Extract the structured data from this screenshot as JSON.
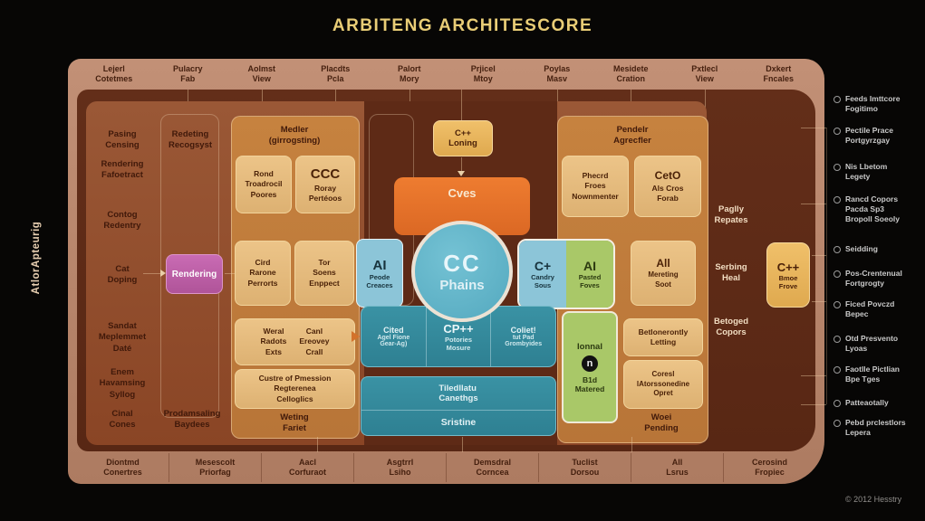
{
  "title": "ARBITENG ARCHITESCORE",
  "copyright": "© 2012 Hesstry",
  "left_vertical_label": "AtlorApteurig",
  "colors": {
    "accent_gold": "#e9cd76",
    "frame_tan": "#bc8970",
    "panel_dark": "#5f2b17",
    "panel_mid_brown": "#94502f",
    "panel_orange": "#c07c3b",
    "box_tan": "#e4ba7c",
    "box_blue": "#8cc5d8",
    "box_green": "#a9c868",
    "box_teal": "#35899b",
    "box_orange": "#e4712a",
    "box_yellow": "#e8b55c",
    "box_pink": "#bb5ea6"
  },
  "top_labels": [
    "Lejerl\nCotetmes",
    "Pulacry\nFab",
    "Aolmst\nView",
    "Placdts\nPcla",
    "Palort\nMory",
    "Prjicel\nMtoy",
    "Poylas\nMasv",
    "Mesidete\nCration",
    "Pxtlecl\nView",
    "Dxkert\nFncales"
  ],
  "bottom_labels": [
    "Diontmd\nConertres",
    "Mesescolt\nPriorfag",
    "Aacl\nCorfuraot",
    "Asgtrrl\nLsiho",
    "Demsdral\nCorncea",
    "Tuclist\nDorsou",
    "All\nLsrus",
    "Cerosind\nFropiec"
  ],
  "left_column": {
    "items": [
      "Pasing\nCensing",
      "Rendering\nFafoetract",
      "Contog\nRedentry",
      "Cat\nDoping",
      "Sandat\nMeplemmet\nDaté",
      "Enem\nHavamsing\nSyllog",
      "Cinal\nCones"
    ],
    "col2_top": "Redeting\nRecogsyst",
    "rendering_box": "Rendering",
    "col2_bottom": "Prodamsaling\nBaydees"
  },
  "middle_panel": {
    "header": "Medler\n(girrogsting)",
    "box_rond": "Rond\nTroadrocil\nPoores",
    "box_ccc_title": "CCC",
    "box_ccc_sub": "Roray\nPertéoos",
    "box_cird": "Cird\nRarone\nPerrorts",
    "box_tor": "Tor\nSoens\nEnppect",
    "box_ai_title": "AI",
    "box_ai_sub": "Peode\nCreaces",
    "box_weral": "Weral\nRadots\nExts",
    "box_canl": "Canl\nEreovey\nCrall",
    "box_custre": "Custre of Pmession\nRegterenea\nCelloglics",
    "label_below": "Weting\nFariet"
  },
  "center": {
    "loning_text": "C++\nLoning",
    "cves": "Cves",
    "circle_title": "CC",
    "circle_sub": "Phains",
    "blue_title": "C+",
    "blue_sub": "Candry\nSous",
    "green_title": "AI",
    "green_sub": "Pasted\nFoves",
    "teal_cells": [
      {
        "title": "Cited",
        "sub": "Agel Fione\nGear-Ag)"
      },
      {
        "title": "CP++",
        "sub": "Potories\nMosure"
      },
      {
        "title": "Coliet!",
        "sub": "tut Pad\nGrombyides"
      }
    ],
    "teal2_line1": "Tiledllatu\nCanethgs",
    "teal2_line2": "Sristine"
  },
  "right_panel": {
    "header": "Pendelr\nAgrecfler",
    "box_phecrd": "Phecrd\nFroes\nNownmenter",
    "box_ceto_title": "CetO",
    "box_ceto_sub": "Als Cros\nForab",
    "box_all_title": "All",
    "box_all_sub": "Mereting\nSoot",
    "green_title": "Ionnal",
    "green_icon": "n",
    "green_sub": "B1d\nMatered",
    "box_betlon": "Betlonerontly\nLetting",
    "box_coresl": "Coresl\nlAtorssonedine\nOpret",
    "label_below": "Woei\nPending"
  },
  "right_side_labels": [
    "Paglly\nRepates",
    "Serbing\nHeal",
    "Betoged\nCopors"
  ],
  "yellow_box": {
    "title": "C++",
    "sub": "Bmoe\nFrove"
  },
  "right_list": [
    "Feeds Imttcore\nFogitimo",
    "Pectile Prace\nPortgyrzgay",
    "Nis Lbetom\nLegety",
    "Rancd Copors\nPacda Sp3\nBropoll Soeoly",
    "Seidding",
    "Pos-Crentenual\nFortgrogty",
    "Ficed Povczd\nBepec",
    "Otd Presvento\nLyoas",
    "Faotlle Pictlian\nBpe Tges",
    "Patteaotally",
    "Pebd prclestlors\nLepera"
  ]
}
